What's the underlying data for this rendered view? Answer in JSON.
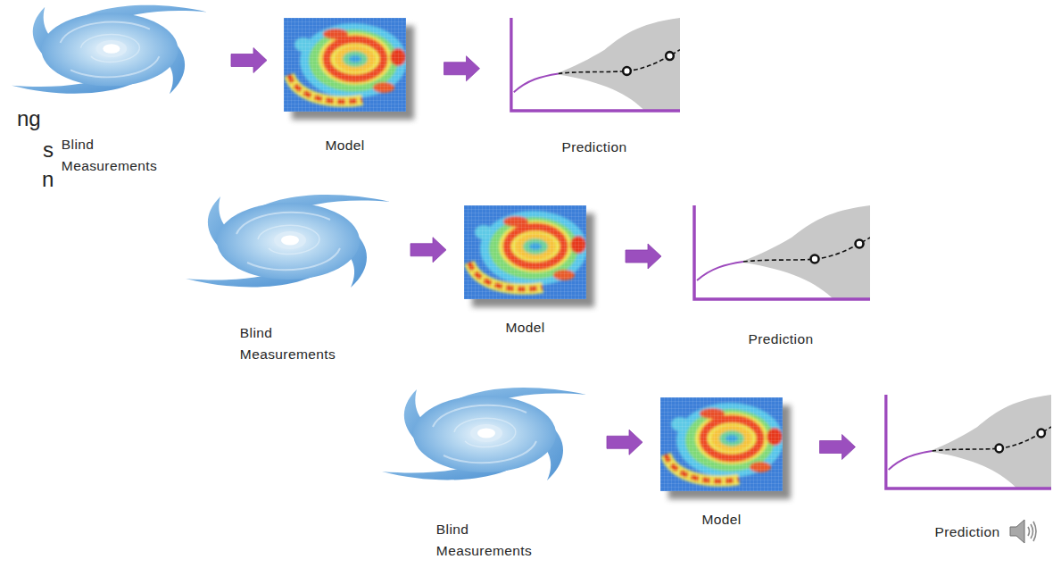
{
  "diagram": {
    "nodes": [
      {
        "text": [
          "Blind Measurements"
        ]
      },
      {
        "text": [
          "Model"
        ]
      },
      {
        "text": [
          "Prediction"
        ]
      },
      {
        "text": [
          "Blind Measurements"
        ]
      },
      {
        "text": [
          "Model"
        ]
      },
      {
        "text": [
          "Prediction"
        ]
      },
      {
        "text": [
          "Blind Measurements"
        ]
      },
      {
        "text": [
          "Model"
        ]
      },
      {
        "text": [
          "Prediction"
        ]
      }
    ],
    "edges": [
      {
        "from": 0,
        "to": 1,
        "arrow": "to"
      },
      {
        "from": 1,
        "to": 2,
        "arrow": "to"
      },
      {
        "from": 3,
        "to": 4,
        "arrow": "to"
      },
      {
        "from": 4,
        "to": 5,
        "arrow": "to"
      },
      {
        "from": 6,
        "to": 7,
        "arrow": "to"
      },
      {
        "from": 7,
        "to": 8,
        "arrow": "to"
      }
    ],
    "labels": [
      "ng",
      "s",
      "n"
    ]
  }
}
